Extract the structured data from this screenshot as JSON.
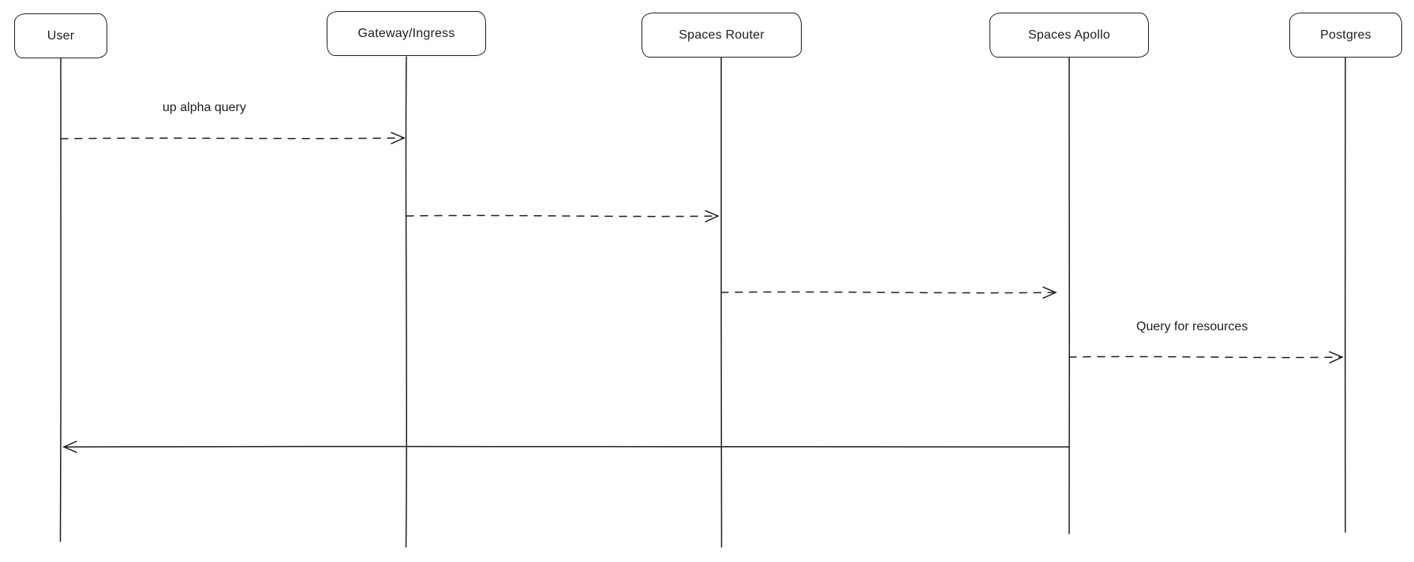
{
  "diagram": {
    "type": "sequence-diagram",
    "colors": {
      "stroke": "#1e1e1e",
      "background": "#ffffff"
    },
    "actors": [
      {
        "id": "user",
        "label": "User"
      },
      {
        "id": "gateway-ingress",
        "label": "Gateway/Ingress"
      },
      {
        "id": "spaces-router",
        "label": "Spaces Router"
      },
      {
        "id": "spaces-apollo",
        "label": "Spaces Apollo"
      },
      {
        "id": "postgres",
        "label": "Postgres"
      }
    ],
    "messages": [
      {
        "label": "up alpha query",
        "from": "User",
        "to": "Gateway/Ingress",
        "line": "dashed"
      },
      {
        "label": "",
        "from": "Gateway/Ingress",
        "to": "Spaces Router",
        "line": "dashed"
      },
      {
        "label": "",
        "from": "Spaces Router",
        "to": "Spaces Apollo",
        "line": "dashed"
      },
      {
        "label": "Query for resources",
        "from": "Spaces Apollo",
        "to": "Postgres",
        "line": "dashed"
      },
      {
        "label": "",
        "from": "Spaces Apollo",
        "to": "User",
        "line": "solid"
      }
    ]
  }
}
